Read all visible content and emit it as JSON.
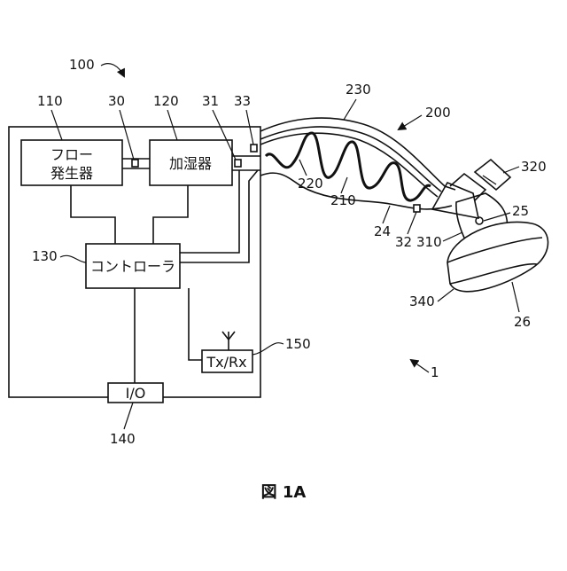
{
  "figure": {
    "caption": "図 1A",
    "labels": {
      "flow_generator_line1": "フロー",
      "flow_generator_line2": "発生器",
      "humidifier": "加湿器",
      "controller": "コントローラ",
      "txrx": "Tx/Rx",
      "io": "I/O"
    },
    "refs": {
      "r100": "100",
      "r110": "110",
      "r30": "30",
      "r120": "120",
      "r31": "31",
      "r33": "33",
      "r230": "230",
      "r200": "200",
      "r320": "320",
      "r220": "220",
      "r210": "210",
      "r25": "25",
      "r24": "24",
      "r32": "32",
      "r310": "310",
      "r130": "130",
      "r340": "340",
      "r26": "26",
      "r150": "150",
      "r1": "1",
      "r140": "140"
    }
  }
}
